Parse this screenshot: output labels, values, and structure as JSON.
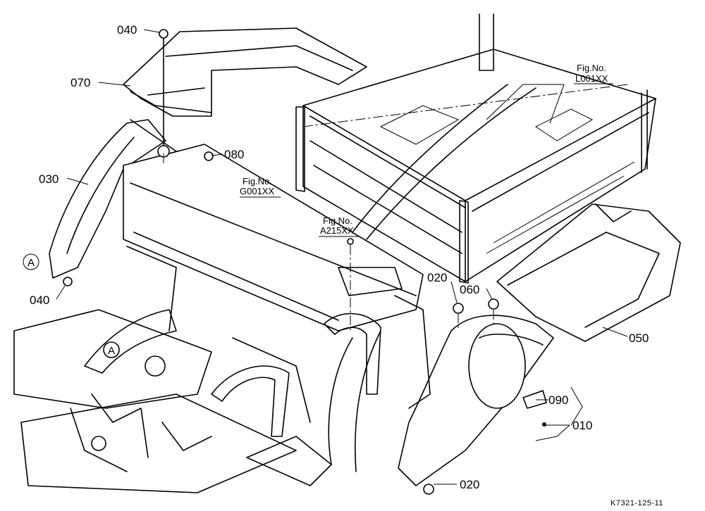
{
  "callouts": {
    "c040_top": "040",
    "c070": "070",
    "c080": "080",
    "c030": "030",
    "c040_left": "040",
    "c020_mid": "020",
    "c060": "060",
    "c050": "050",
    "c090": "090",
    "c010": "010",
    "c020_bottom": "020"
  },
  "figure_refs": {
    "g001": {
      "prefix": "Fig.No.",
      "code": "G001XX"
    },
    "a215": {
      "prefix": "Fig.No.",
      "code": "A215XX"
    },
    "l001": {
      "prefix": "Fig.No.",
      "code": "L001XX"
    }
  },
  "view_markers": {
    "a1": "A",
    "a2": "A"
  },
  "drawing_code": "K7321-125-11",
  "colors": {
    "line": "#000000",
    "background": "#ffffff"
  }
}
